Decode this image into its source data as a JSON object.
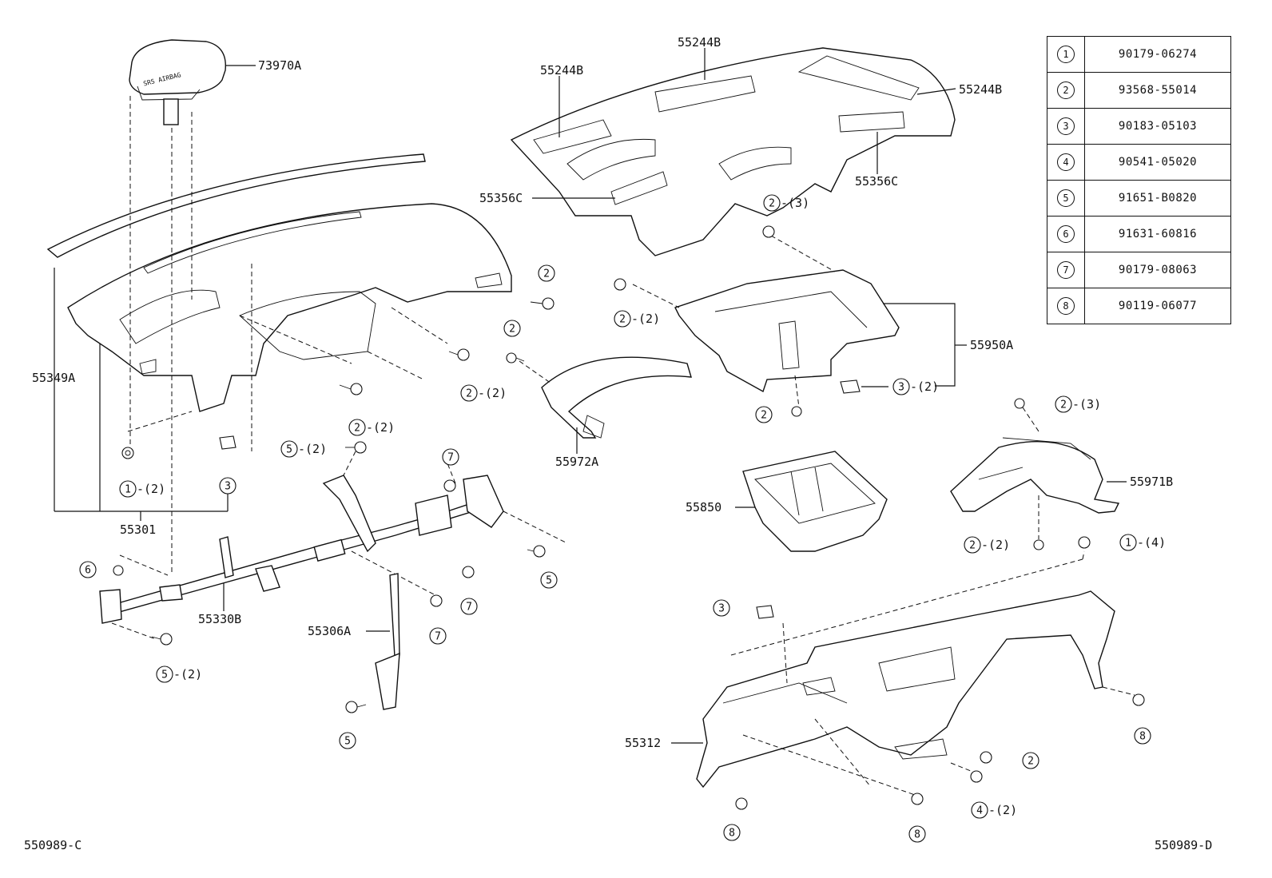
{
  "figure_codes": {
    "left": "550989-C",
    "right": "550989-D"
  },
  "airbag_text": "SRS AIRBAG",
  "part_labels": {
    "p73970A": "73970A",
    "p55349A": "55349A",
    "p55301": "55301",
    "p55330B": "55330B",
    "p55306A": "55306A",
    "p55244B_top": "55244B",
    "p55244B_left": "55244B",
    "p55244B_right": "55244B",
    "p55356C_left": "55356C",
    "p55356C_right": "55356C",
    "p55950A": "55950A",
    "p55972A": "55972A",
    "p55850": "55850",
    "p55971B": "55971B",
    "p55312": "55312"
  },
  "callouts": [
    {
      "num": "1",
      "qty": "-(2)"
    },
    {
      "num": "3",
      "qty": ""
    },
    {
      "num": "6",
      "qty": ""
    },
    {
      "num": "5",
      "qty": "-(2)"
    },
    {
      "num": "5",
      "qty": "-(2)"
    },
    {
      "num": "2",
      "qty": "-(2)"
    },
    {
      "num": "7",
      "qty": ""
    },
    {
      "num": "7",
      "qty": ""
    },
    {
      "num": "7",
      "qty": ""
    },
    {
      "num": "5",
      "qty": ""
    },
    {
      "num": "5",
      "qty": ""
    },
    {
      "num": "2",
      "qty": ""
    },
    {
      "num": "2",
      "qty": "-(2)"
    },
    {
      "num": "2",
      "qty": ""
    },
    {
      "num": "2",
      "qty": "-(3)"
    },
    {
      "num": "2",
      "qty": "-(2)"
    },
    {
      "num": "3",
      "qty": "-(2)"
    },
    {
      "num": "2",
      "qty": ""
    },
    {
      "num": "2",
      "qty": "-(3)"
    },
    {
      "num": "2",
      "qty": "-(2)"
    },
    {
      "num": "1",
      "qty": "-(4)"
    },
    {
      "num": "3",
      "qty": ""
    },
    {
      "num": "2",
      "qty": ""
    },
    {
      "num": "4",
      "qty": "-(2)"
    },
    {
      "num": "8",
      "qty": ""
    },
    {
      "num": "8",
      "qty": ""
    },
    {
      "num": "8",
      "qty": ""
    }
  ],
  "legend": [
    {
      "index": "1",
      "part_no": "90179-06274"
    },
    {
      "index": "2",
      "part_no": "93568-55014"
    },
    {
      "index": "3",
      "part_no": "90183-05103"
    },
    {
      "index": "4",
      "part_no": "90541-05020"
    },
    {
      "index": "5",
      "part_no": "91651-B0820"
    },
    {
      "index": "6",
      "part_no": "91631-60816"
    },
    {
      "index": "7",
      "part_no": "90179-08063"
    },
    {
      "index": "8",
      "part_no": "90119-06077"
    }
  ]
}
